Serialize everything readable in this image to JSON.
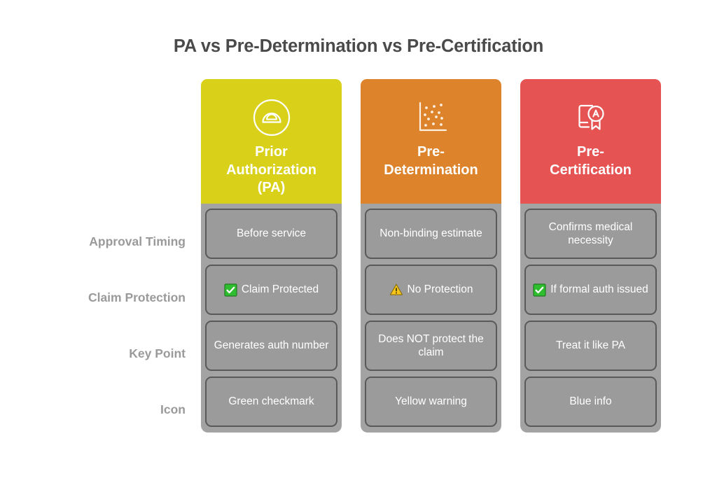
{
  "page": {
    "title": "PA vs Pre-Determination vs Pre-Certification",
    "background": "#ffffff"
  },
  "colors": {
    "title_text": "#4a4a4a",
    "row_label_text": "#9a9a9a",
    "column_body": "#a3a3a3",
    "cell_fill": "#9b9b9b",
    "cell_border": "#595959",
    "cell_text": "#ffffff",
    "prior_authorization": "#d9d119",
    "pre_determination": "#dd832b",
    "pre_certification": "#e55353",
    "check_green": "#2fbe2f",
    "warning_yellow": "#f5c518"
  },
  "row_labels": [
    {
      "label": "Approval Timing"
    },
    {
      "label": "Claim Protection"
    },
    {
      "label": "Key Point"
    },
    {
      "label": "Icon"
    }
  ],
  "columns": [
    {
      "id": "prior-authorization",
      "title": "Prior\nAuthorization\n(PA)",
      "header_color": "#d9d119",
      "icon": "dome-shield-circle-icon",
      "cells": [
        {
          "icon": "none",
          "text": "Before service"
        },
        {
          "icon": "green-check-box-icon",
          "text": "Claim Protected"
        },
        {
          "icon": "none",
          "text": "Generates auth\nnumber"
        },
        {
          "icon": "none",
          "text": "Green checkmark"
        }
      ]
    },
    {
      "id": "pre-determination",
      "title": "Pre-\nDetermination",
      "header_color": "#dd832b",
      "icon": "scatter-plot-icon",
      "cells": [
        {
          "icon": "none",
          "text": "Non-binding\nestimate"
        },
        {
          "icon": "warning-triangle-icon",
          "text": "No Protection"
        },
        {
          "icon": "none",
          "text": "Does NOT protect\nthe claim"
        },
        {
          "icon": "none",
          "text": "Yellow warning"
        }
      ]
    },
    {
      "id": "pre-certification",
      "title": "Pre-\nCertification",
      "header_color": "#e55353",
      "icon": "certificate-award-icon",
      "cells": [
        {
          "icon": "none",
          "text": "Confirms medical\nnecessity"
        },
        {
          "icon": "green-check-box-icon",
          "text": "If formal auth\nissued"
        },
        {
          "icon": "none",
          "text": "Treat it like PA"
        },
        {
          "icon": "none",
          "text": "Blue info"
        }
      ]
    }
  ]
}
